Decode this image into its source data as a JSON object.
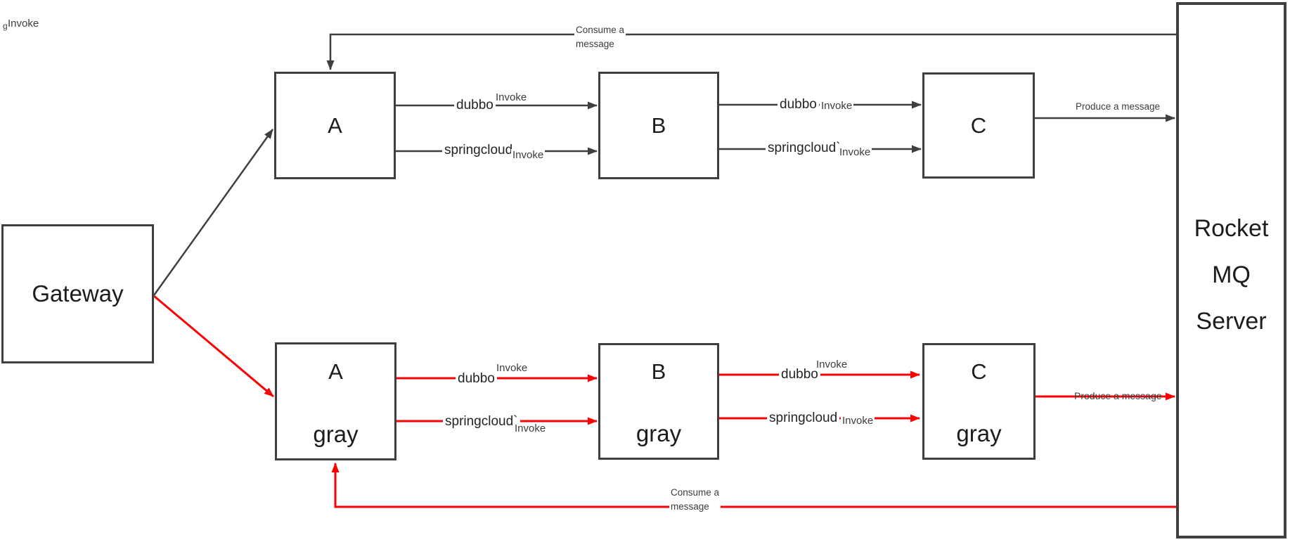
{
  "diagram": {
    "stray": {
      "fragment": "g",
      "label": "Invoke"
    },
    "nodes": {
      "gateway": {
        "label": "Gateway"
      },
      "service_a": {
        "label": "A"
      },
      "service_b": {
        "label": "B"
      },
      "service_c": {
        "label": "C"
      },
      "service_a_gray": {
        "label": "A",
        "tag": "gray"
      },
      "service_b_gray": {
        "label": "B",
        "tag": "gray"
      },
      "service_c_gray": {
        "label": "C",
        "tag": "gray"
      },
      "mq_server": {
        "line1": "Rocket",
        "line2": "MQ",
        "line3": "Server"
      }
    },
    "labels": {
      "dubbo": "dubbo",
      "springcloud": "springcloud",
      "springcloud_tick": "springcloud`",
      "invoke": "Invoke",
      "produce": "Produce a message",
      "consume_line1": "Consume a",
      "consume_line2": "message"
    },
    "colors": {
      "normal_flow": "#3f3f3f",
      "gray_flow": "#f90205",
      "box_border": "#3f3f3f",
      "label_text": "#3d3d3d",
      "node_text": "#1c1c1c"
    }
  }
}
